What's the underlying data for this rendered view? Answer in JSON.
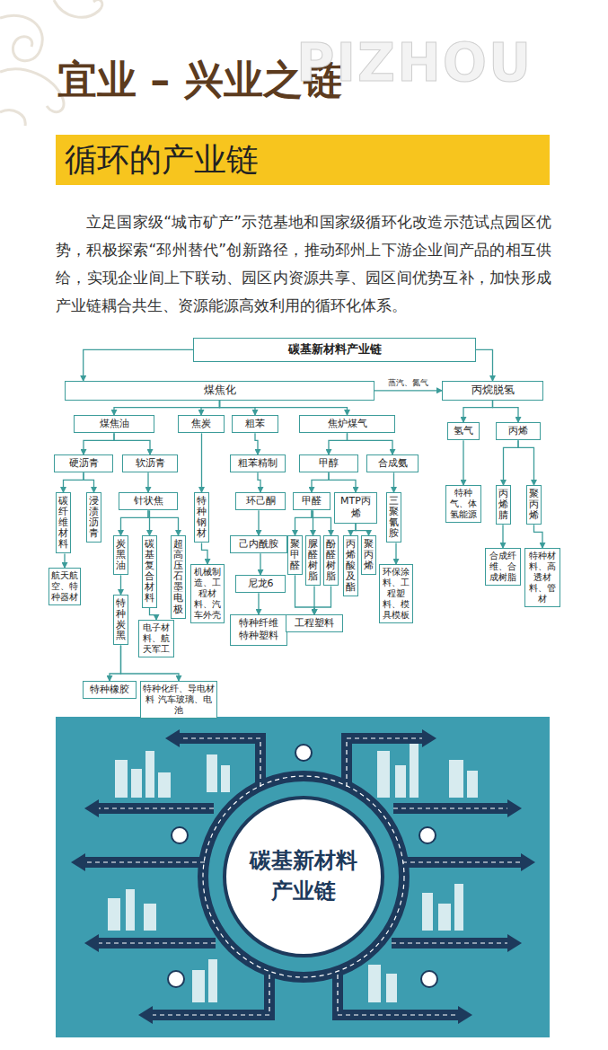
{
  "diagram": {
    "title": "宜业 – 兴业之链",
    "nodes": [
      {
        "text": [
          "循环的产业链"
        ]
      },
      {
        "text": [
          "碳基新材料产业链"
        ]
      },
      {
        "text": [
          "煤焦化"
        ]
      },
      {
        "text": [
          "丙烷脱氢"
        ]
      },
      {
        "text": [
          "煤焦油"
        ]
      },
      {
        "text": [
          "焦炭"
        ]
      },
      {
        "text": [
          "粗苯"
        ]
      },
      {
        "text": [
          "焦炉煤气"
        ]
      },
      {
        "text": [
          "氢气"
        ]
      },
      {
        "text": [
          "丙烯"
        ]
      },
      {
        "text": [
          "硬沥青"
        ]
      },
      {
        "text": [
          "软沥青"
        ]
      },
      {
        "text": [
          "特种钢材"
        ]
      },
      {
        "text": [
          "粗苯精制"
        ]
      },
      {
        "text": [
          "甲醇"
        ]
      },
      {
        "text": [
          "合成氨"
        ]
      },
      {
        "text": [
          "特种气、体氢能源"
        ]
      },
      {
        "text": [
          "丙烯腈"
        ]
      },
      {
        "text": [
          "聚丙烯"
        ]
      },
      {
        "text": [
          "碳纤维材料"
        ]
      },
      {
        "text": [
          "浸渍沥青"
        ]
      },
      {
        "text": [
          "针状焦"
        ]
      },
      {
        "text": [
          "环己酮"
        ]
      },
      {
        "text": [
          "甲醛"
        ]
      },
      {
        "text": [
          "MTP丙烯"
        ]
      },
      {
        "text": [
          "三聚氰胺"
        ]
      },
      {
        "text": [
          "炭黑油"
        ]
      },
      {
        "text": [
          "碳基复合材料"
        ]
      },
      {
        "text": [
          "超高压石墨电极"
        ]
      },
      {
        "text": [
          "己内酰胺"
        ]
      },
      {
        "text": [
          "聚甲醛"
        ]
      },
      {
        "text": [
          "脲醛树脂"
        ]
      },
      {
        "text": [
          "酚醛树脂"
        ]
      },
      {
        "text": [
          "丙烯酸及酯"
        ]
      },
      {
        "text": [
          "聚丙烯"
        ]
      },
      {
        "text": [
          "航天航空、特种器材"
        ]
      },
      {
        "text": [
          "机械制造、工程材料、汽车外壳"
        ]
      },
      {
        "text": [
          "尼龙6"
        ]
      },
      {
        "text": [
          "环保涂料、工程塑料、模具模板"
        ]
      },
      {
        "text": [
          "合成纤维、合成树脂"
        ]
      },
      {
        "text": [
          "特种材料、高透材料、管材"
        ]
      },
      {
        "text": [
          "特种炭黑"
        ]
      },
      {
        "text": [
          "电子材料、航天军工"
        ]
      },
      {
        "text": [
          "特种纤维 特种塑料"
        ]
      },
      {
        "text": [
          "工程塑料"
        ]
      },
      {
        "text": [
          "特种橡胶"
        ]
      },
      {
        "text": [
          "特种化纤、导电材料 汽车玻璃、电池"
        ]
      },
      {
        "text": [
          "碳基新材料 产业链"
        ]
      }
    ],
    "edges": [
      {
        "from": 1,
        "to": 2,
        "arrow": "to"
      },
      {
        "from": 1,
        "to": 3,
        "arrow": "to"
      },
      {
        "from": 2,
        "to": 3,
        "label": "蒸汽、氮气",
        "arrow": "to"
      },
      {
        "from": 2,
        "to": 4,
        "arrow": "to"
      },
      {
        "from": 2,
        "to": 5,
        "arrow": "to"
      },
      {
        "from": 2,
        "to": 6,
        "arrow": "to"
      },
      {
        "from": 2,
        "to": 7,
        "arrow": "to"
      },
      {
        "from": 3,
        "to": 8,
        "arrow": "to"
      },
      {
        "from": 3,
        "to": 9,
        "arrow": "to"
      },
      {
        "from": 4,
        "to": 10,
        "arrow": "to"
      },
      {
        "from": 4,
        "to": 11,
        "arrow": "to"
      },
      {
        "from": 5,
        "to": 12,
        "arrow": "to"
      },
      {
        "from": 6,
        "to": 13,
        "arrow": "to"
      },
      {
        "from": 7,
        "to": 14,
        "arrow": "to"
      },
      {
        "from": 7,
        "to": 15,
        "arrow": "to"
      },
      {
        "from": 8,
        "to": 16,
        "arrow": "to"
      },
      {
        "from": 9,
        "to": 17,
        "arrow": "to"
      },
      {
        "from": 9,
        "to": 18,
        "arrow": "to"
      },
      {
        "from": 10,
        "to": 19,
        "arrow": "to"
      },
      {
        "from": 10,
        "to": 20,
        "arrow": "to"
      },
      {
        "from": 11,
        "to": 21,
        "arrow": "to"
      },
      {
        "from": 13,
        "to": 22,
        "arrow": "to"
      },
      {
        "from": 14,
        "to": 23,
        "arrow": "to"
      },
      {
        "from": 14,
        "to": 24,
        "arrow": "to"
      },
      {
        "from": 15,
        "to": 25,
        "arrow": "to"
      },
      {
        "from": 21,
        "to": 26,
        "arrow": "to"
      },
      {
        "from": 21,
        "to": 27,
        "arrow": "to"
      },
      {
        "from": 21,
        "to": 28,
        "arrow": "to"
      },
      {
        "from": 22,
        "to": 29,
        "arrow": "to"
      },
      {
        "from": 23,
        "to": 30,
        "arrow": "to"
      },
      {
        "from": 23,
        "to": 31,
        "arrow": "to"
      },
      {
        "from": 23,
        "to": 32,
        "arrow": "to"
      },
      {
        "from": 24,
        "to": 33,
        "arrow": "to"
      },
      {
        "from": 24,
        "to": 34,
        "arrow": "to"
      },
      {
        "from": 17,
        "to": 39,
        "arrow": "to"
      },
      {
        "from": 18,
        "to": 40,
        "arrow": "to"
      },
      {
        "from": 19,
        "to": 35,
        "arrow": "to"
      },
      {
        "from": 12,
        "to": 36,
        "arrow": "to"
      },
      {
        "from": 29,
        "to": 37,
        "arrow": "to"
      },
      {
        "from": 25,
        "to": 38,
        "arrow": "to"
      },
      {
        "from": 26,
        "to": 41,
        "arrow": "to"
      },
      {
        "from": 27,
        "to": 42,
        "arrow": "to"
      },
      {
        "from": 37,
        "to": 43,
        "arrow": "to"
      },
      {
        "from": 30,
        "to": 44,
        "arrow": "to"
      },
      {
        "from": 31,
        "to": 44,
        "arrow": "to"
      },
      {
        "from": 32,
        "to": 44,
        "arrow": "to"
      },
      {
        "from": 41,
        "to": 45,
        "arrow": "to"
      },
      {
        "from": 41,
        "to": 46,
        "arrow": "to"
      }
    ],
    "labels": [
      "PIZHOU",
      "立足国家级“城市矿产”示范基地和国家级循环化改造示范试点园区优势，积极探索“邳州替代”创新路径，推动邳州上下游企业间产品的相互供给，实现企业间上下联动、园区内资源共享、园区间优势互补，加快形成产业链耦合共生、资源能源高效利用的循环化体系。"
    ]
  }
}
